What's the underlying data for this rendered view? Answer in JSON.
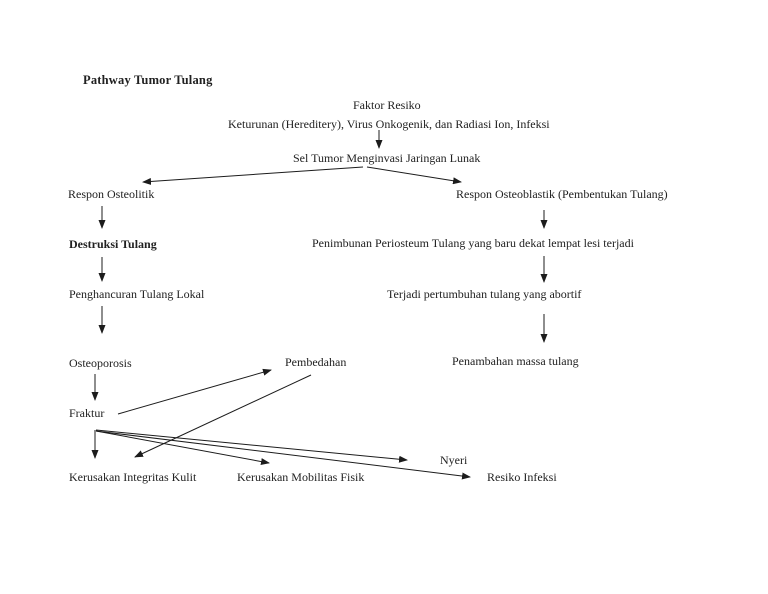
{
  "page": {
    "background_color": "#ffffff",
    "ink_color": "#212121"
  },
  "title": "Pathway Tumor Tulang",
  "nodes": {
    "faktor_resiko": "Faktor Resiko",
    "keturunan": "Keturunan (Hereditery), Virus Onkogenik, dan Radiasi Ion, Infeksi",
    "sel_tumor": "Sel Tumor Menginvasi Jaringan Lunak",
    "respon_osteolitik": "Respon Osteolitik",
    "respon_osteoblastik": "Respon Osteoblastik (Pembentukan Tulang)",
    "destruksi_tulang": "Destruksi Tulang",
    "penimbunan": "Penimbunan Periosteum Tulang yang baru dekat lempat lesi terjadi",
    "penghancuran": "Penghancuran Tulang Lokal",
    "terjadi_pertumbuhan": "Terjadi pertumbuhan tulang yang abortif",
    "osteoporosis": "Osteoporosis",
    "pembedahan": "Pembedahan",
    "penambahan_massa": "Penambahan massa tulang",
    "fraktur": "Fraktur",
    "nyeri": "Nyeri",
    "kerusakan_integritas_kulit": "Kerusakan Integritas Kulit",
    "kerusakan_mobilitas_fisik": "Kerusakan Mobilitas Fisik",
    "resiko_infeksi": "Resiko Infeksi"
  },
  "edges": [
    {
      "from": "keturunan",
      "to": "sel_tumor"
    },
    {
      "from": "sel_tumor",
      "to": "respon_osteolitik"
    },
    {
      "from": "sel_tumor",
      "to": "respon_osteoblastik"
    },
    {
      "from": "respon_osteolitik",
      "to": "destruksi_tulang"
    },
    {
      "from": "destruksi_tulang",
      "to": "penghancuran"
    },
    {
      "from": "penghancuran",
      "to": "osteoporosis"
    },
    {
      "from": "osteoporosis",
      "to": "fraktur"
    },
    {
      "from": "respon_osteoblastik",
      "to": "penimbunan"
    },
    {
      "from": "penimbunan",
      "to": "terjadi_pertumbuhan"
    },
    {
      "from": "terjadi_pertumbuhan",
      "to": "penambahan_massa"
    },
    {
      "from": "fraktur",
      "to": "pembedahan"
    },
    {
      "from": "pembedahan",
      "to": "kerusakan_integritas_kulit"
    },
    {
      "from": "fraktur",
      "to": "kerusakan_integritas_kulit"
    },
    {
      "from": "fraktur",
      "to": "kerusakan_mobilitas_fisik"
    },
    {
      "from": "fraktur",
      "to": "nyeri"
    },
    {
      "from": "fraktur",
      "to": "resiko_infeksi"
    }
  ]
}
